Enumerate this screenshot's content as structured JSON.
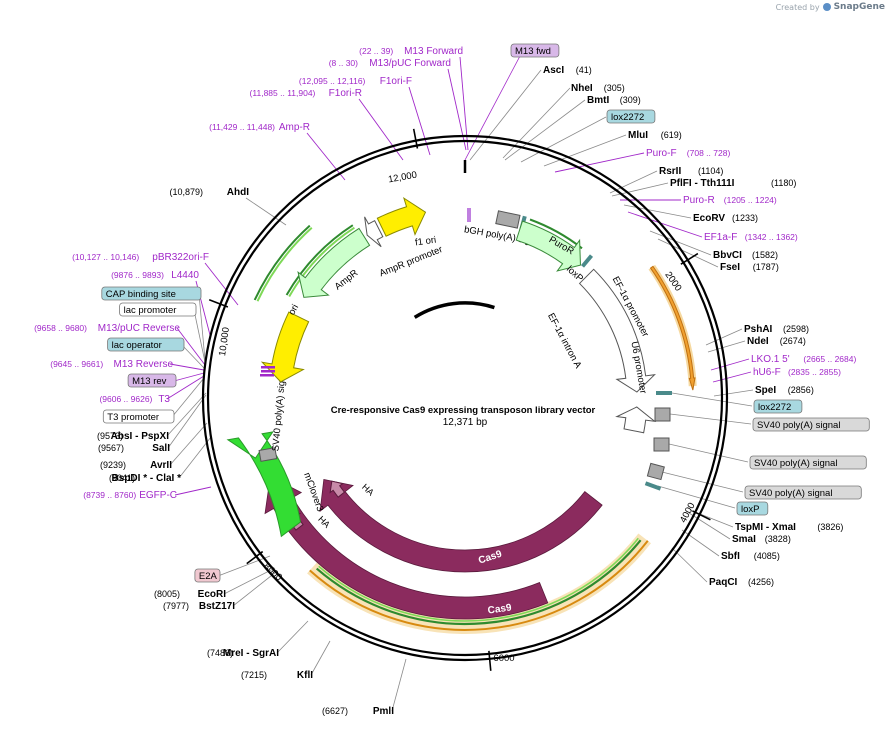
{
  "watermark": {
    "prefix": "Created by",
    "brand": "SnapGene"
  },
  "map": {
    "title": "Cre-responsive Cas9 expressing transposon library vector",
    "length": "12,371 bp",
    "total_bp": 12371
  },
  "colors": {
    "purple": "#a128c9",
    "backbone": "#000000",
    "cas9": "#8b2b5e",
    "green_bright": "#33dd33",
    "yellow": "#ffee00",
    "mint": "#ccffcc",
    "orange_band": "#f0c060",
    "orange_arrow": "#f0a030",
    "gray_feature": "#a9a9a9",
    "teal_feature": "#4a8a8a",
    "primer_label_bg": "#d8b8e8",
    "teal_label_bg": "#a8d8e0",
    "gray_label_bg": "#d9d9d9",
    "pink_label_bg": "#f0c8d0"
  },
  "ticks": [
    {
      "label": "2000",
      "bp": 2000
    },
    {
      "label": "4000",
      "bp": 4000
    },
    {
      "label": "6000",
      "bp": 6000
    },
    {
      "label": "8000",
      "bp": 8000
    },
    {
      "label": "10,000",
      "bp": 10000
    },
    {
      "label": "12,000",
      "bp": 12000
    }
  ],
  "features": [
    {
      "name": "Cas9",
      "kind": "arc",
      "ring": "inner",
      "label": "Cas9"
    },
    {
      "name": "Cas9",
      "kind": "arc",
      "ring": "outer",
      "label": "Cas9"
    },
    {
      "name": "HA",
      "label": "HA"
    },
    {
      "name": "HA",
      "label": "HA"
    },
    {
      "name": "mClover3",
      "label": "mClover3"
    },
    {
      "name": "SV40 poly(A) signal",
      "label": "SV40 poly(A) signal"
    },
    {
      "name": "ori",
      "label": "ori"
    },
    {
      "name": "AmpR",
      "label": "AmpR"
    },
    {
      "name": "AmpR promoter",
      "label": "AmpR promoter"
    },
    {
      "name": "f1 ori",
      "label": "f1 ori"
    },
    {
      "name": "bGH poly(A) signal",
      "label": "bGH poly(A) signal"
    },
    {
      "name": "PuroR",
      "label": "PuroR"
    },
    {
      "name": "loxP",
      "label": "loxP"
    },
    {
      "name": "EF-1a promoter",
      "label": "EF-1α promoter"
    },
    {
      "name": "EF-1a intron A",
      "label": "EF-1α intron A"
    },
    {
      "name": "U6 promoter",
      "label": "U6 promoter"
    }
  ],
  "labels_right": [
    {
      "kind": "boxed_primer",
      "text": "M13 fwd"
    },
    {
      "kind": "site",
      "name": "AscI",
      "pos": "(41)"
    },
    {
      "kind": "site",
      "name": "NheI",
      "pos": "(305)"
    },
    {
      "kind": "site",
      "name": "BmtI",
      "pos": "(309)"
    },
    {
      "kind": "boxed_feature",
      "text": "lox2272"
    },
    {
      "kind": "site",
      "name": "MluI",
      "pos": "(619)"
    },
    {
      "kind": "primer",
      "name": "Puro-F",
      "range": "(708 .. 728)"
    },
    {
      "kind": "site",
      "name": "RsrII",
      "pos": "(1104)"
    },
    {
      "kind": "site",
      "name": "PflFI - Tth111I",
      "pos": "(1180)"
    },
    {
      "kind": "primer",
      "name": "Puro-R",
      "range": "(1205 .. 1224)"
    },
    {
      "kind": "site",
      "name": "EcoRV",
      "pos": "(1233)"
    },
    {
      "kind": "primer",
      "name": "EF1a-F",
      "range": "(1342 .. 1362)"
    },
    {
      "kind": "site",
      "name": "BbvCI",
      "pos": "(1582)"
    },
    {
      "kind": "site",
      "name": "FseI",
      "pos": "(1787)"
    },
    {
      "kind": "site",
      "name": "PshAI",
      "pos": "(2598)"
    },
    {
      "kind": "site",
      "name": "NdeI",
      "pos": "(2674)"
    },
    {
      "kind": "primer",
      "name": "LKO.1 5'",
      "range": "(2665 .. 2684)"
    },
    {
      "kind": "primer",
      "name": "hU6-F",
      "range": "(2835 .. 2855)"
    },
    {
      "kind": "site",
      "name": "SpeI",
      "pos": "(2856)"
    },
    {
      "kind": "boxed_feature",
      "text": "lox2272"
    },
    {
      "kind": "boxed_gray",
      "text": "SV40 poly(A) signal"
    },
    {
      "kind": "boxed_gray",
      "text": "SV40 poly(A) signal"
    },
    {
      "kind": "boxed_gray",
      "text": "SV40 poly(A) signal"
    },
    {
      "kind": "boxed_feature",
      "text": "loxP"
    },
    {
      "kind": "site",
      "name": "TspMI - XmaI",
      "pos": "(3826)"
    },
    {
      "kind": "site",
      "name": "SmaI",
      "pos": "(3828)"
    },
    {
      "kind": "site",
      "name": "SbfI",
      "pos": "(4085)"
    },
    {
      "kind": "site",
      "name": "PaqCI",
      "pos": "(4256)"
    }
  ],
  "labels_left": [
    {
      "kind": "primer",
      "name": "M13 Forward",
      "range": "(22 .. 39)"
    },
    {
      "kind": "primer",
      "name": "M13/pUC Forward",
      "range": "(8 .. 30)"
    },
    {
      "kind": "primer",
      "name": "F1ori-F",
      "range": "(12,095 .. 12,116)"
    },
    {
      "kind": "primer",
      "name": "F1ori-R",
      "range": "(11,885 .. 11,904)"
    },
    {
      "kind": "primer",
      "name": "Amp-R",
      "range": "(11,429 .. 11,448)"
    },
    {
      "kind": "site",
      "name": "AhdI",
      "pos": "(10,879)"
    },
    {
      "kind": "primer",
      "name": "pBR322ori-F",
      "range": "(10,127 .. 10,146)"
    },
    {
      "kind": "primer",
      "name": "L4440",
      "range": "(9876 .. 9893)"
    },
    {
      "kind": "boxed_feature",
      "text": "CAP binding site"
    },
    {
      "kind": "boxed_white",
      "text": "lac promoter"
    },
    {
      "kind": "primer",
      "name": "M13/pUC Reverse",
      "range": "(9658 .. 9680)"
    },
    {
      "kind": "boxed_feature",
      "text": "lac operator"
    },
    {
      "kind": "primer",
      "name": "M13 Reverse",
      "range": "(9645 .. 9661)"
    },
    {
      "kind": "boxed_primer",
      "text": "M13 rev"
    },
    {
      "kind": "primer",
      "name": "T3",
      "range": "(9606 .. 9626)"
    },
    {
      "kind": "boxed_white",
      "text": "T3 promoter"
    },
    {
      "kind": "site",
      "name": "AbsI - PspXI",
      "pos": "(9573)"
    },
    {
      "kind": "site",
      "name": "SalI",
      "pos": "(9567)"
    },
    {
      "kind": "site",
      "name": "AvrII",
      "pos": "(9239)"
    },
    {
      "kind": "site",
      "name": "BspDI * - ClaI *",
      "pos": "(9041)"
    },
    {
      "kind": "primer",
      "name": "EGFP-C",
      "range": "(8739 .. 8760)"
    },
    {
      "kind": "boxed_pink",
      "text": "E2A"
    },
    {
      "kind": "site",
      "name": "EcoRI",
      "pos": "(8005)"
    },
    {
      "kind": "site",
      "name": "BstZ17I",
      "pos": "(7977)"
    },
    {
      "kind": "site",
      "name": "MreI - SgrAI",
      "pos": "(7486)"
    },
    {
      "kind": "site",
      "name": "KflI",
      "pos": "(7215)"
    },
    {
      "kind": "site",
      "name": "PmlI",
      "pos": "(6627)"
    }
  ]
}
